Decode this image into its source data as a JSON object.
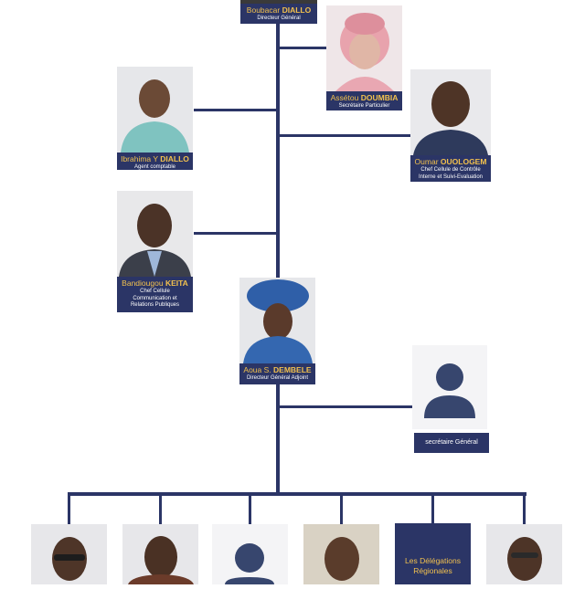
{
  "colors": {
    "line": "#2b3566",
    "label_bg": "#2b3566",
    "name_accent": "#f2c14e",
    "placeholder_icon": "#37466e"
  },
  "director_general": {
    "first_name": "Boubacar",
    "last_name": "DIALLO",
    "title": "Directeur Général"
  },
  "secretary": {
    "first_name": "Assétou",
    "last_name": "DOUMBIA",
    "title": "Secrétaire Particulier"
  },
  "accountant": {
    "first_name": "Ibrahima Y",
    "last_name": "DIALLO",
    "title": "Agent comptable"
  },
  "control_chief": {
    "first_name": "Oumar",
    "last_name": "OUOLOGEM",
    "title": "Chef Cellule de Contrôle Interne et Suivi-Evaluation"
  },
  "communication_chief": {
    "first_name": "Bandiougou",
    "last_name": "KEITA",
    "title": "Chef Cellule Communication et Relations Publiques"
  },
  "deputy_director": {
    "first_name": "Aoua S.",
    "last_name": "DEMBELE",
    "title": "Directeur Général Adjoint"
  },
  "secretary_general": {
    "title": "secrétaire Général",
    "icon": "person-placeholder-icon"
  },
  "bottom_row": {
    "delegations_label": "Les Délégations Régionales"
  }
}
